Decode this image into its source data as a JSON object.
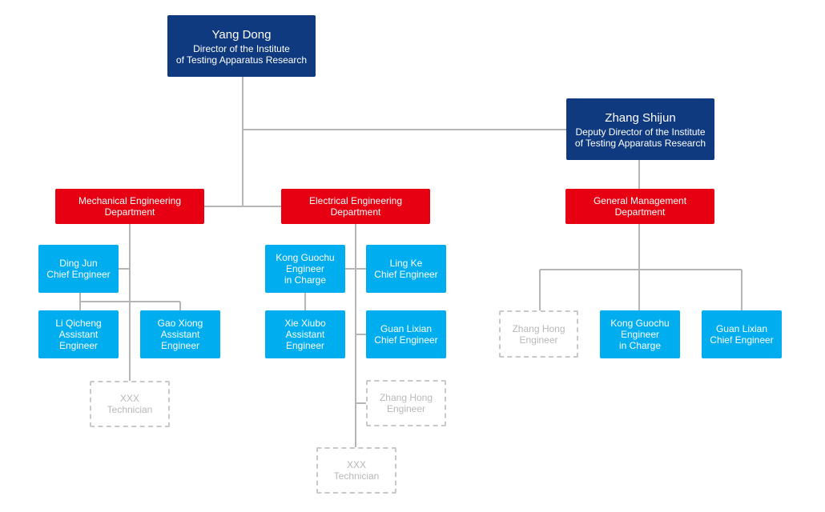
{
  "leadership": {
    "director": {
      "name": "Yang Dong",
      "title": "Director of the Institute\nof Testing Apparatus Research"
    },
    "deputy": {
      "name": "Zhang Shijun",
      "title": "Deputy Director of the Institute\nof  Testing Apparatus Research"
    }
  },
  "departments": {
    "mechanical": "Mechanical Engineering\nDepartment",
    "electrical": "Electrical Engineering\nDepartment",
    "general": "General Management\nDepartment"
  },
  "mechanical_staff": {
    "ding_jun": "Ding Jun\nChief Engineer",
    "li_qicheng": "Li Qicheng\nAssistant\nEngineer",
    "gao_xiong": "Gao Xiong\nAssistant\nEngineer",
    "technician": "XXX\nTechnician"
  },
  "electrical_staff": {
    "kong_guochu": "Kong Guochu\nEngineer\nin Charge",
    "ling_ke": "Ling Ke\nChief Engineer",
    "xie_xiubo": "Xie Xiubo\nAssistant\nEngineer",
    "guan_lixian": "Guan Lixian\nChief Engineer",
    "zhang_hong": "Zhang Hong\nEngineer",
    "technician": "XXX\nTechnician"
  },
  "general_staff": {
    "zhang_hong": "Zhang Hong\nEngineer",
    "kong_guochu": "Kong Guochu\nEngineer\nin Charge",
    "guan_lixian": "Guan Lixian\nChief Engineer"
  },
  "colors": {
    "director_fill": "#0f3a80",
    "department_fill": "#e60012",
    "staff_fill": "#00aeef",
    "vacant_border": "#c8c8c8",
    "connector": "#b5b5b5"
  }
}
